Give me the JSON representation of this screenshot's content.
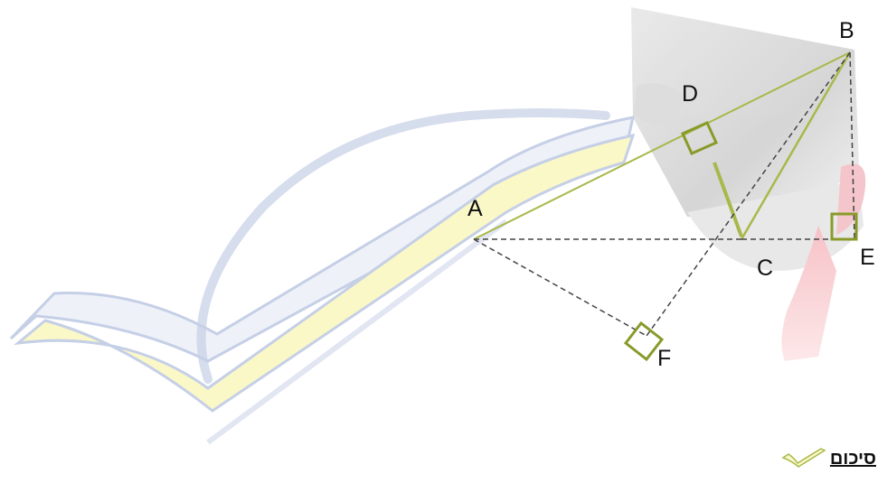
{
  "diagram": {
    "points": {
      "A": "A",
      "B": "B",
      "C": "C",
      "D": "D",
      "E": "E",
      "F": "F"
    }
  },
  "footer": {
    "summary_label": "סיכום"
  },
  "colors": {
    "triangle_line": "#a9b84a",
    "dashed_line": "#444444",
    "right_angle_marker": "#8a9a2a",
    "checkmark_outline": "#c5cfe6",
    "checkmark_fill": "#fbf8c8",
    "cap": "#c9c9c9",
    "tassel": "#f2a7ad"
  },
  "icons": {
    "background": "checkmark-icon",
    "cap": "graduation-cap-icon",
    "footer": "checkmark-icon"
  }
}
